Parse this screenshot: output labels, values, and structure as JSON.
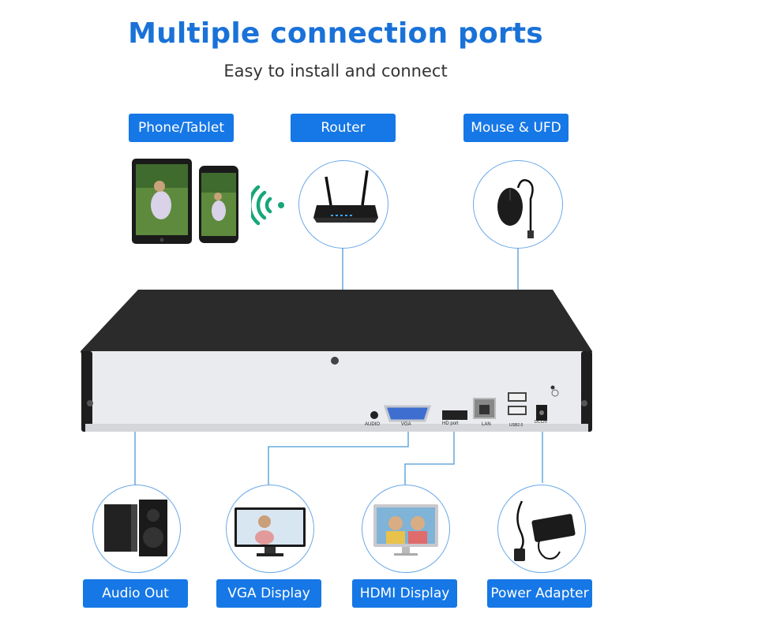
{
  "header": {
    "title": "Multiple connection ports",
    "subtitle": "Easy to install and connect"
  },
  "top_labels": {
    "phone_tablet": "Phone/Tablet",
    "router": "Router",
    "mouse_ufd": "Mouse & UFD"
  },
  "bottom_labels": {
    "audio_out": "Audio Out",
    "vga_display": "VGA Display",
    "hdmi_display": "HDMI Display",
    "power_adapter": "Power Adapter"
  },
  "port_labels": {
    "audio": "AUDIO",
    "vga": "VGA",
    "hdmi": "HD port",
    "lan": "LAN",
    "usb": "USB2.0",
    "dc": "DC12V"
  },
  "colors": {
    "accent": "#1677e6",
    "title": "#1a72d8",
    "connector_line": "#4a9ad8",
    "device_top": "#2b2b2b",
    "device_front": "#e9ebee"
  },
  "icons": [
    "tablet-icon",
    "phone-icon",
    "wifi-signal-icon",
    "router-icon",
    "mouse-icon",
    "speaker-icon",
    "monitor-icon",
    "tv-icon",
    "power-adapter-icon"
  ]
}
